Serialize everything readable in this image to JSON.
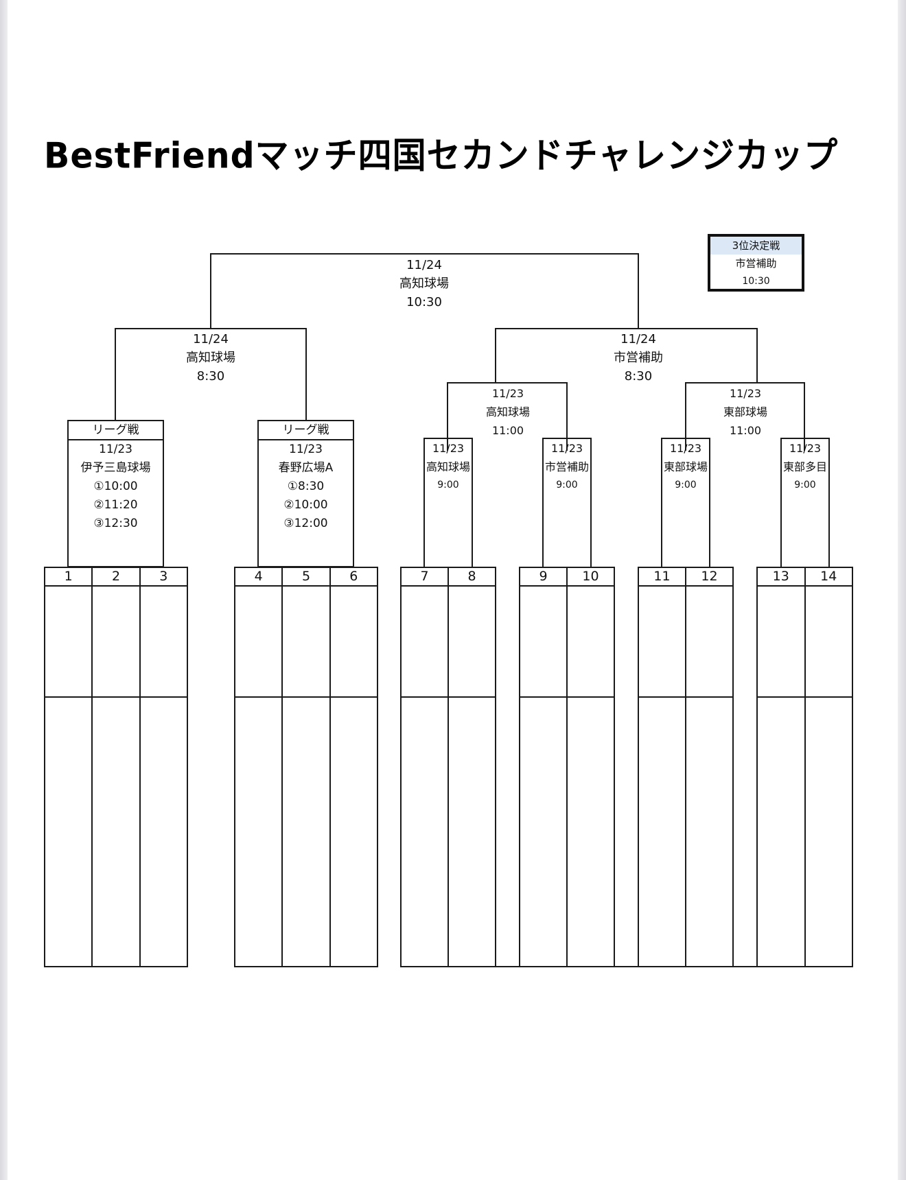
{
  "title": "BestFriendマッチ四国セカンドチャレンジカップ",
  "third_place": {
    "header": "3位決定戦",
    "venue": "市営補助",
    "time": "10:30"
  },
  "final": {
    "date": "11/24",
    "venue": "高知球場",
    "time": "10:30"
  },
  "semifinals": [
    {
      "date": "11/24",
      "venue": "高知球場",
      "time": "8:30"
    },
    {
      "date": "11/24",
      "venue": "市営補助",
      "time": "8:30"
    }
  ],
  "quarterfinals": [
    {
      "date": "11/23",
      "venue": "高知球場",
      "time": "11:00"
    },
    {
      "date": "11/23",
      "venue": "東部球場",
      "time": "11:00"
    }
  ],
  "leagues": [
    {
      "header": "リーグ戦",
      "date": "11/23",
      "venue": "伊予三島球場",
      "games": [
        "①10:00",
        "②11:20",
        "③12:30"
      ]
    },
    {
      "header": "リーグ戦",
      "date": "11/23",
      "venue": "春野広場A",
      "games": [
        "①8:30",
        "②10:00",
        "③12:00"
      ]
    }
  ],
  "first_round": [
    {
      "date": "11/23",
      "venue": "高知球場",
      "time": "9:00"
    },
    {
      "date": "11/23",
      "venue": "市営補助",
      "time": "9:00"
    },
    {
      "date": "11/23",
      "venue": "東部球場",
      "time": "9:00"
    },
    {
      "date": "11/23",
      "venue": "東部多目",
      "time": "9:00"
    }
  ],
  "slots": [
    "1",
    "2",
    "3",
    "4",
    "5",
    "6",
    "7",
    "8",
    "9",
    "10",
    "11",
    "12",
    "13",
    "14"
  ]
}
